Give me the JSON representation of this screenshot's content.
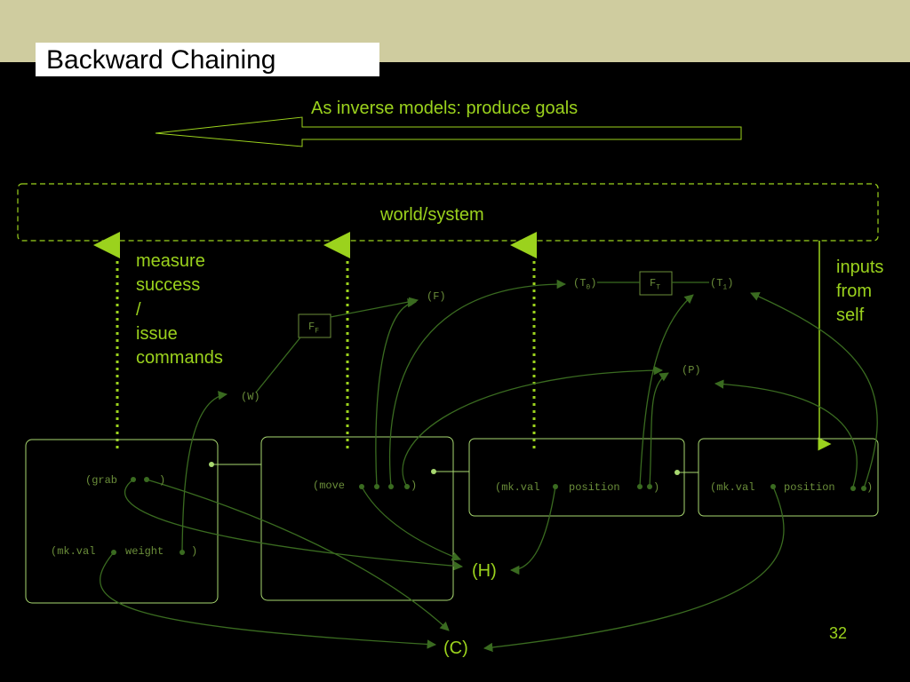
{
  "colors": {
    "band": "#cfcc9f",
    "green": "#9bd21d",
    "link": "#3a6b20",
    "box": "#a8d870",
    "dark_label": "#6b8e3a"
  },
  "slide": {
    "title": "Backward Chaining",
    "caption": "As inverse models: produce goals",
    "world_label": "world/system",
    "left_note": [
      "measure",
      "success",
      "/",
      "issue",
      "commands"
    ],
    "right_note": [
      "inputs",
      "from",
      "self"
    ],
    "page_number": "32"
  },
  "nodes": {
    "grab": "(grab",
    "grab_close": ")",
    "mkval_weight": "(mk.val",
    "weight": "weight",
    "weight_close": ")",
    "move": "(move",
    "move_close": ")",
    "mkval_position_1": "(mk.val",
    "position_1": "position",
    "position_1_close": ")",
    "mkval_position_2": "(mk.val",
    "position_2": "position",
    "position_2_close": ")",
    "W": "(W)",
    "FF": "F",
    "FF_sub": "F",
    "F": "(F)",
    "T0_pre": "(T",
    "T0_sub": "0",
    "T0_post": ")",
    "FT": "F",
    "FT_sub": "T",
    "T1_pre": "(T",
    "T1_sub": "1",
    "T1_post": ")",
    "P": "(P)",
    "H": "(H)",
    "C": "(C)"
  }
}
